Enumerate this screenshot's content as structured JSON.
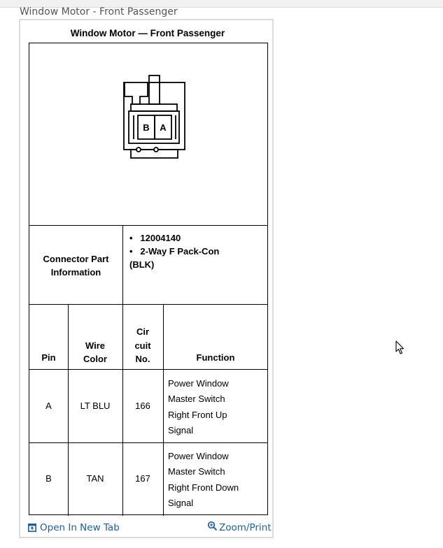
{
  "page": {
    "caption": "Window Motor - Front Passenger"
  },
  "document": {
    "title": "Window Motor — Front Passenger",
    "connector": {
      "label_line1": "Connector Part",
      "label_line2": "Information",
      "bullets": [
        "12004140",
        "2-Way F Pack-Con"
      ],
      "bullet_continuation": "(BLK)"
    },
    "diagram": {
      "pin_b": "B",
      "pin_a": "A"
    },
    "table": {
      "headers": {
        "pin": "Pin",
        "wire_line1": "Wire",
        "wire_line2": "Color",
        "cir_line1": "Cir",
        "cir_line2": "cuit",
        "cir_line3": "No.",
        "function": "Function"
      },
      "rows": [
        {
          "pin": "A",
          "wire": "LT BLU",
          "circuit": "166",
          "function_lines": [
            "Power Window",
            "Master Switch",
            "Right Front Up",
            "Signal"
          ]
        },
        {
          "pin": "B",
          "wire": "TAN",
          "circuit": "167",
          "function_lines": [
            "Power Window",
            "Master Switch",
            "Right Front Down",
            "Signal"
          ]
        }
      ]
    }
  },
  "footer": {
    "open_tab_label": "Open In New Tab",
    "zoom_label": "Zoom/Print",
    "link_color": "#1a5fa8"
  },
  "icons": {
    "open_tab": "open-in-new-tab-icon",
    "zoom": "zoom-icon",
    "cursor": "mouse-pointer-icon"
  }
}
